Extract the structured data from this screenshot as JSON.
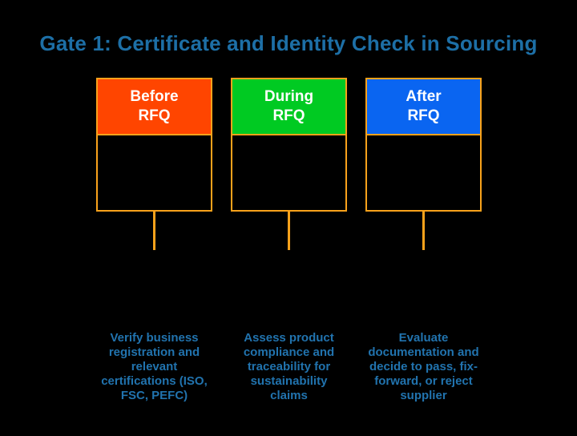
{
  "title": "Gate 1: Certificate and Identity Check in Sourcing",
  "colors": {
    "background": "#000000",
    "title_text": "#1D6FA6",
    "description_text": "#2173AE",
    "border": "#F9A21B",
    "header_text": "#FFFFFF"
  },
  "columns": [
    {
      "header_lines": [
        "Before",
        "RFQ"
      ],
      "header_color": "#FF4500",
      "description_lines": [
        "Verify business",
        "registration and",
        "relevant",
        "certifications (ISO,",
        "FSC, PEFC)"
      ]
    },
    {
      "header_lines": [
        "During",
        "RFQ"
      ],
      "header_color": "#00CA22",
      "description_lines": [
        "Assess product",
        "compliance and",
        "traceability for",
        "sustainability",
        "claims"
      ]
    },
    {
      "header_lines": [
        "After",
        "RFQ"
      ],
      "header_color": "#0A65F1",
      "description_lines": [
        "Evaluate",
        "documentation and",
        "decide to pass, fix-",
        "forward, or reject",
        "supplier"
      ]
    }
  ]
}
